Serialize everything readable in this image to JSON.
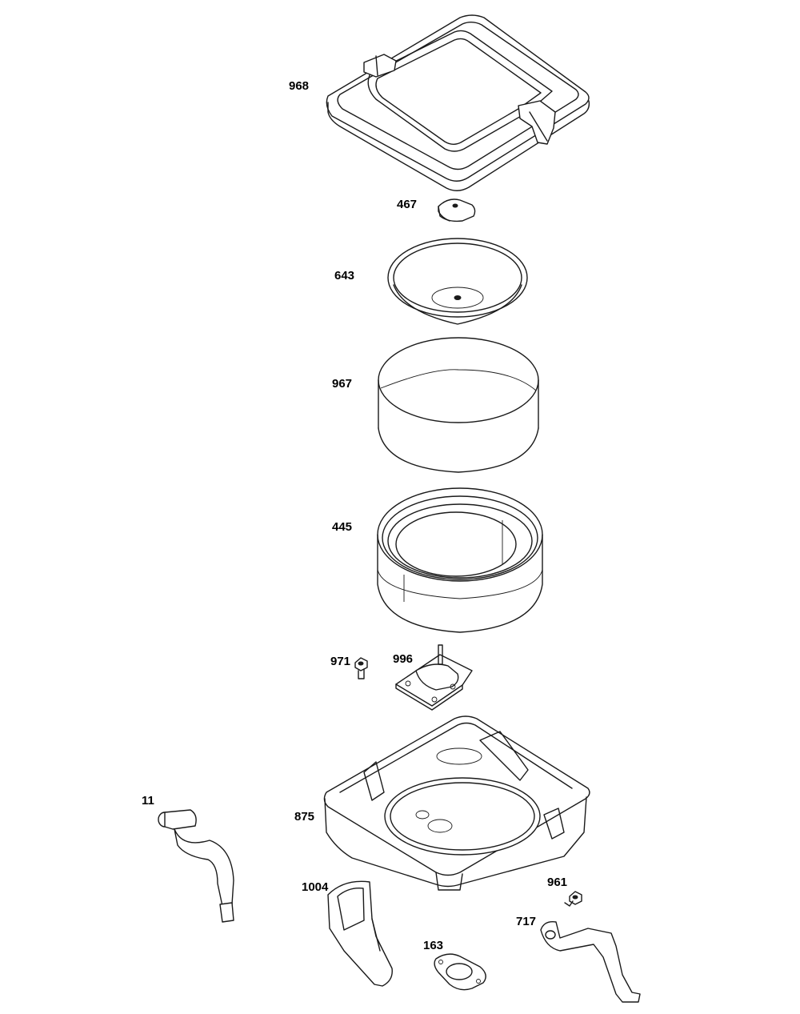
{
  "labels": {
    "p968": "968",
    "p467": "467",
    "p643": "643",
    "p967": "967",
    "p445": "445",
    "p971": "971",
    "p996": "996",
    "p11": "11",
    "p875": "875",
    "p1004": "1004",
    "p961": "961",
    "p163": "163",
    "p717": "717"
  },
  "colors": {
    "line": "#1a1a1a",
    "background": "#ffffff"
  }
}
